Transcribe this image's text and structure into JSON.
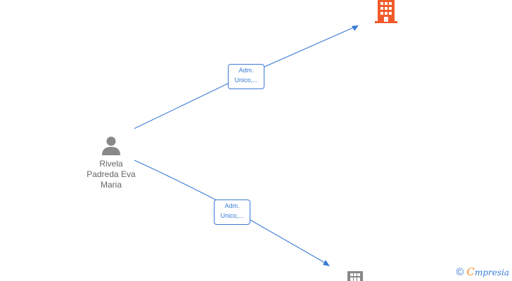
{
  "person": {
    "name_lines": [
      "Rivela",
      "Padreda Eva",
      "Maria"
    ],
    "icon": "person-icon"
  },
  "edges": [
    {
      "label_lines": [
        "Adm.",
        "Unico,..."
      ],
      "target": "company-1"
    },
    {
      "label_lines": [
        "Adm.",
        "Unico,..."
      ],
      "target": "company-2"
    }
  ],
  "companies": [
    {
      "id": "company-1",
      "icon": "building-icon",
      "color": "#f15a2b"
    },
    {
      "id": "company-2",
      "icon": "building-icon",
      "color": "#888888"
    }
  ],
  "colors": {
    "edge": "#3a7bd5",
    "person_label": "#666666",
    "person_icon": "#888888"
  },
  "watermark": {
    "symbol": "©",
    "brand_initial": "C",
    "brand_rest": "mpresia"
  }
}
